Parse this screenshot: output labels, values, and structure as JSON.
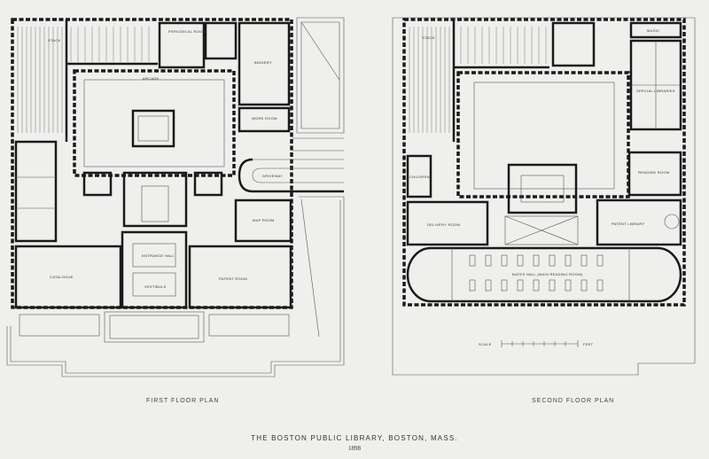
{
  "plate": {
    "title": "THE BOSTON PUBLIC LIBRARY, BOSTON, MASS.",
    "year": "1898"
  },
  "first_floor": {
    "caption": "FIRST FLOOR PLAN",
    "rooms": {
      "stack": "STACK",
      "periodical": "PERIODICAL ROOM",
      "bindery": "BINDERY",
      "arcade": "ARCADE",
      "work_room": "WORK ROOM",
      "driveway": "DRIVEWAY",
      "map_room": "MAP ROOM",
      "catalogue": "CATALOGUE",
      "patent_room": "PATENT ROOM",
      "vestibule": "VESTIBULE",
      "entrance_hall": "ENTRANCE HALL"
    }
  },
  "second_floor": {
    "caption": "SECOND FLOOR PLAN",
    "rooms": {
      "stack": "STACK",
      "music": "MUSIC",
      "delivery_room": "DELIVERY ROOM",
      "children": "CHILDREN",
      "special_libraries": "SPECIAL LIBRARIES",
      "reading_room": "READING ROOM",
      "patent_library": "PATENT LIBRARY",
      "bates_hall": "BATES HALL (MAIN READING ROOM)",
      "scale": "SCALE",
      "feet": "FEET"
    }
  }
}
